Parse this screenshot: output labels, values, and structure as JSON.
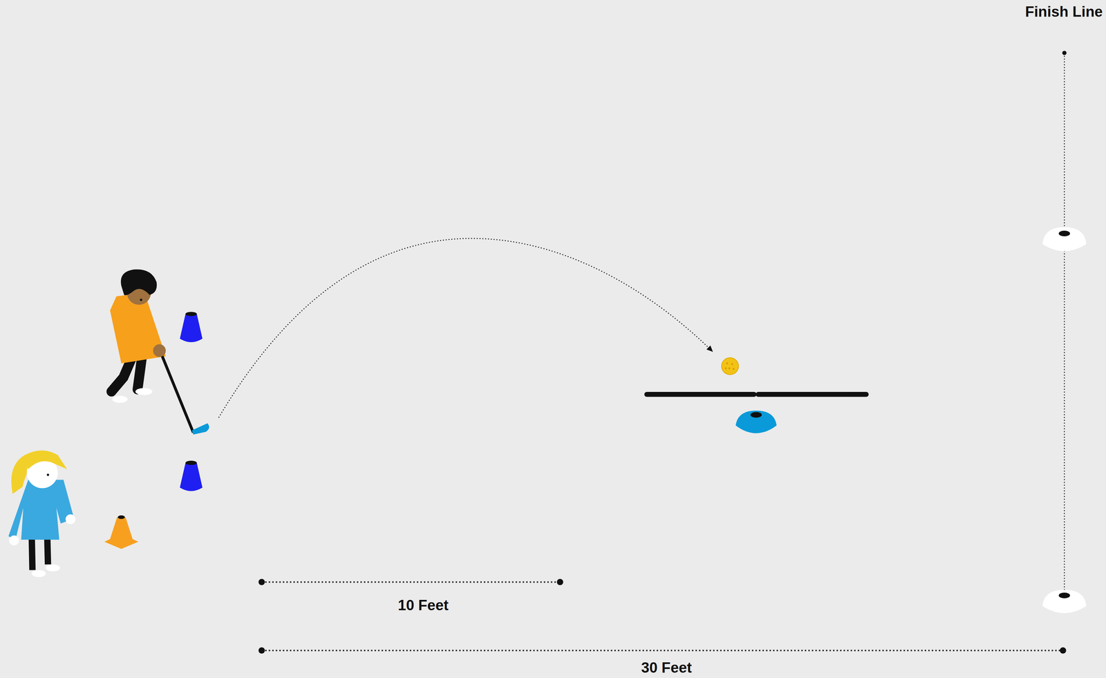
{
  "diagram": {
    "labels": [
      "Finish Line",
      "10 Feet",
      "30 Feet"
    ]
  }
}
